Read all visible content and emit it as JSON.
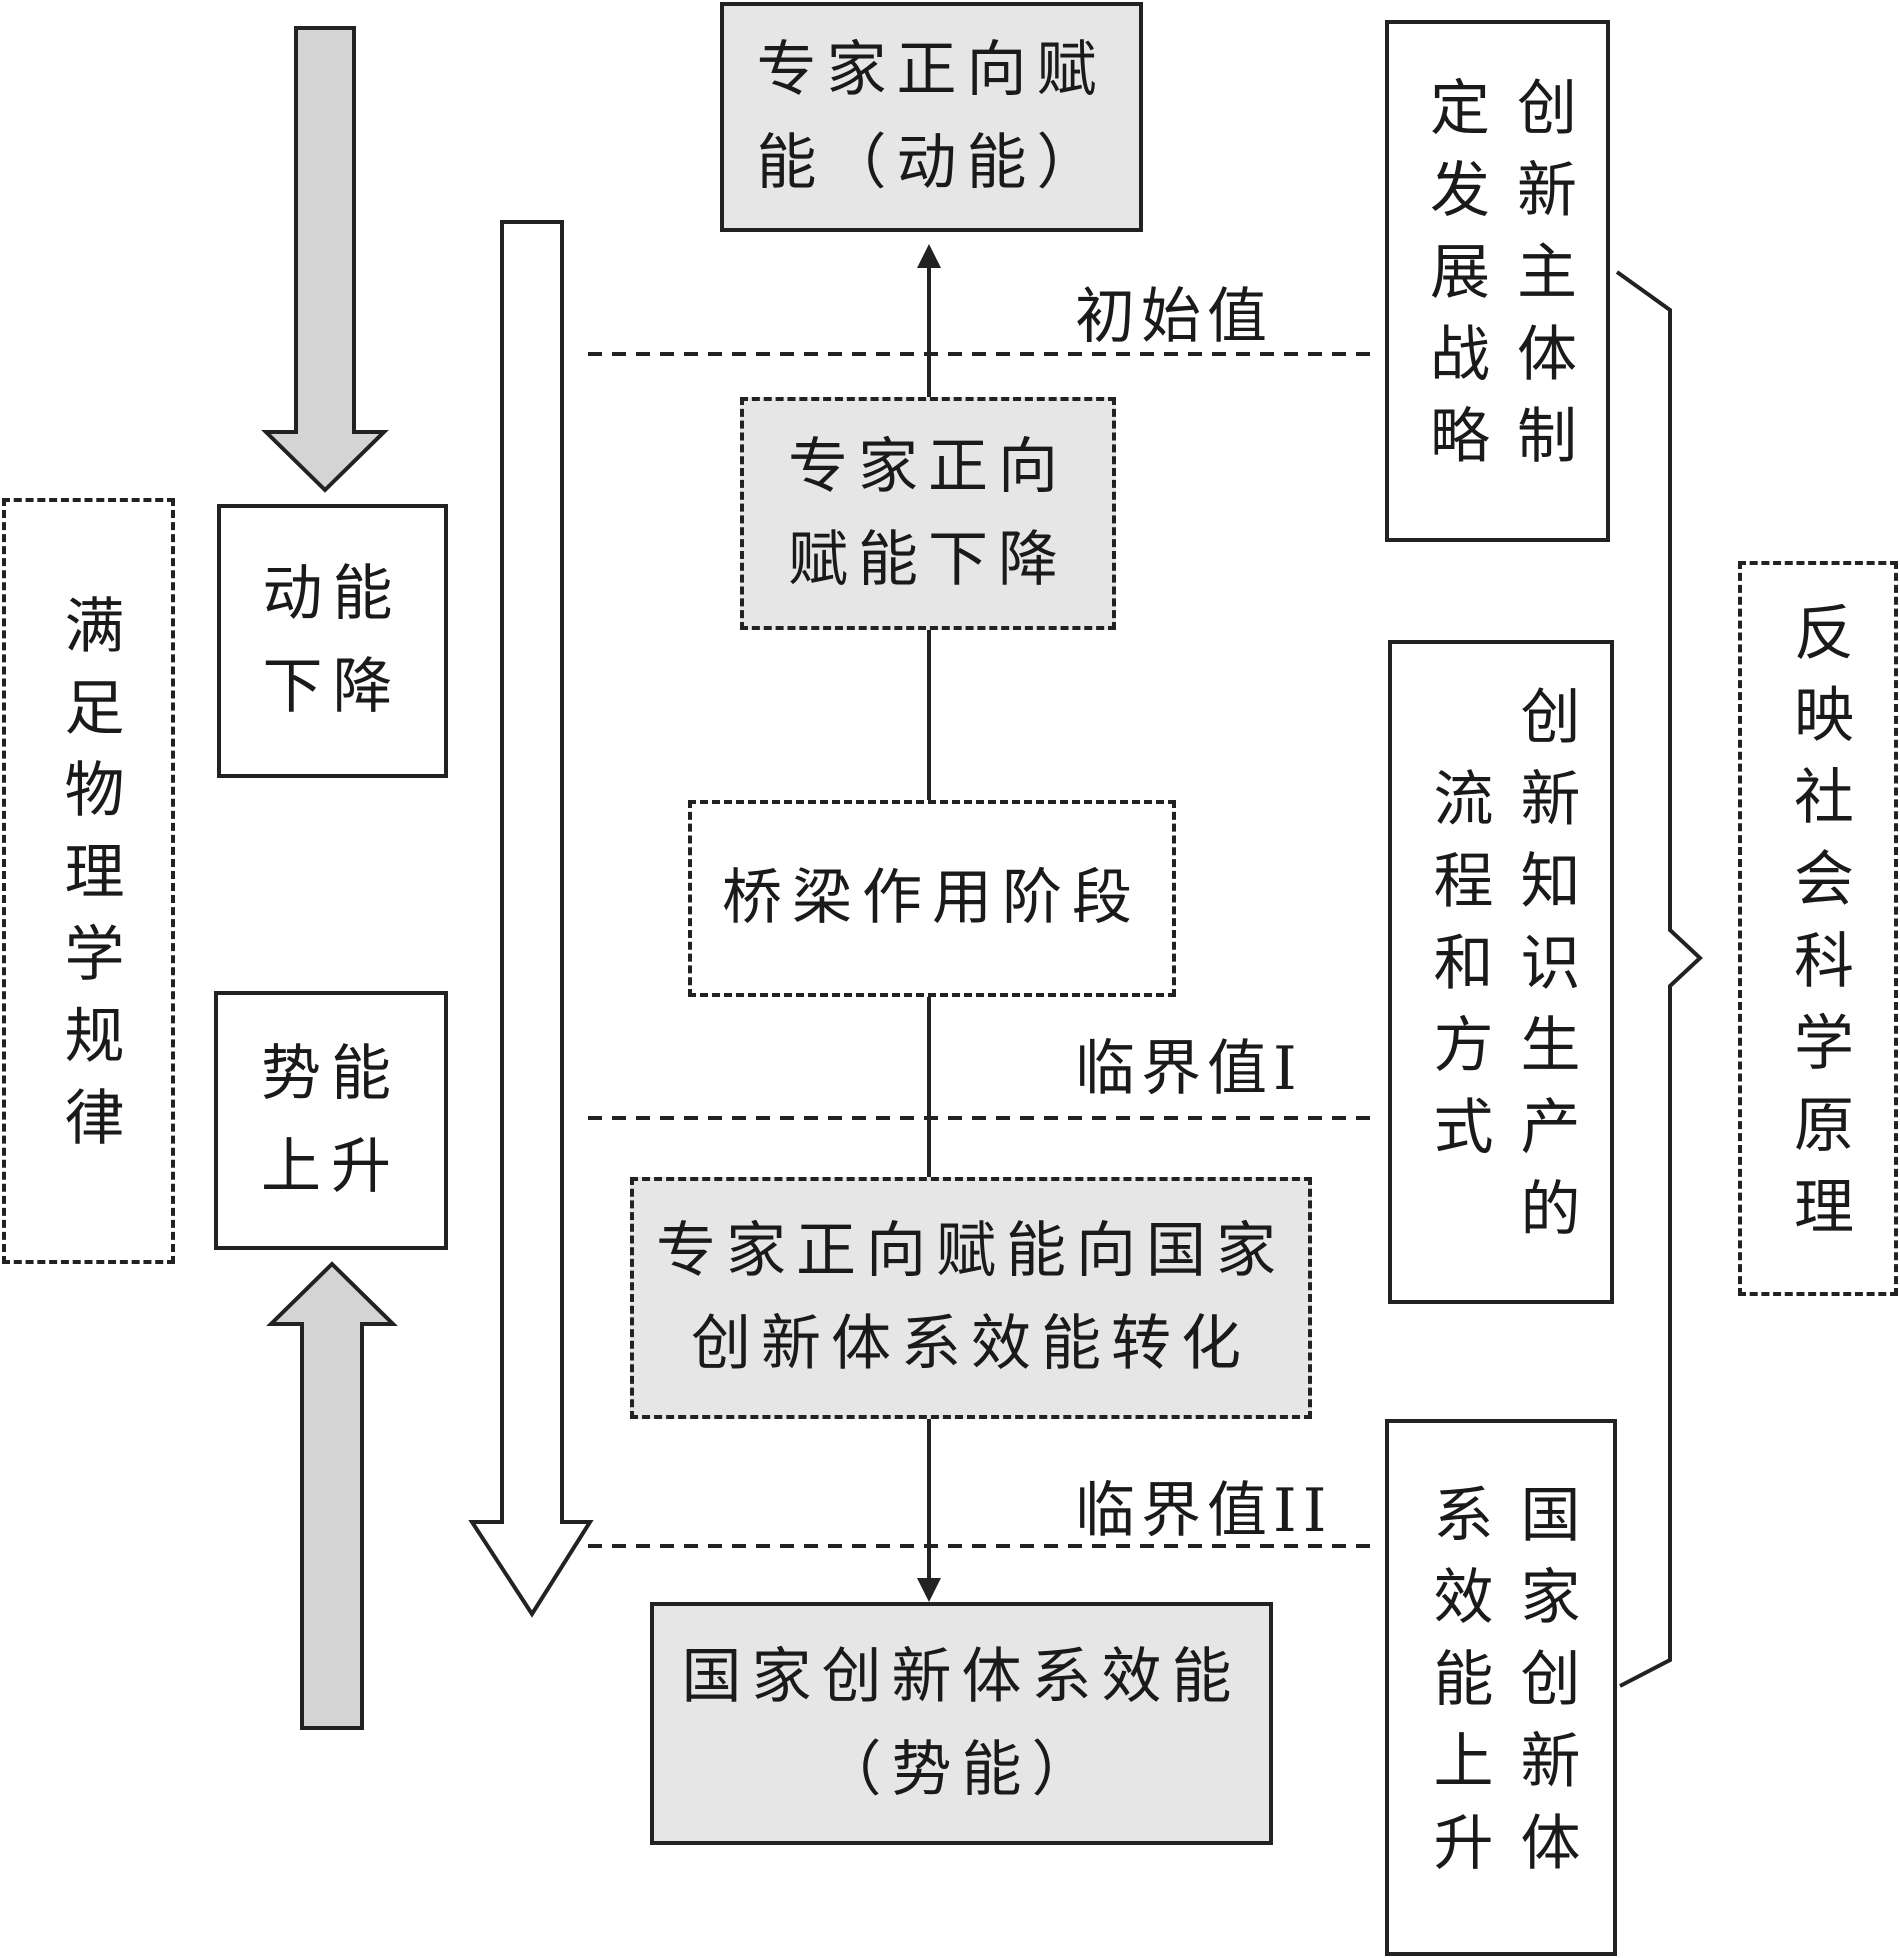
{
  "left_label": "满足物理学规律",
  "kinetic_drop": "动能\n下降",
  "potential_rise": "势能\n上升",
  "top_box": "专家正向赋\n能（动能）",
  "drop_box": "专家正向\n赋能下降",
  "bridge_box": "桥梁作用阶段",
  "transform_box": "专家正向赋能向国家\n创新体系效能转化",
  "bottom_box": "国家创新体系效能\n（势能）",
  "threshold_initial": "初始值",
  "threshold_critical_1": "临界值I",
  "threshold_critical_2": "临界值II",
  "right_strategy": "创新主体制定发展战略",
  "right_process": "创新知识生产的流程和方式",
  "right_efficiency": "国家创新体系效能上升",
  "far_right_label": "反映社会科学原理"
}
